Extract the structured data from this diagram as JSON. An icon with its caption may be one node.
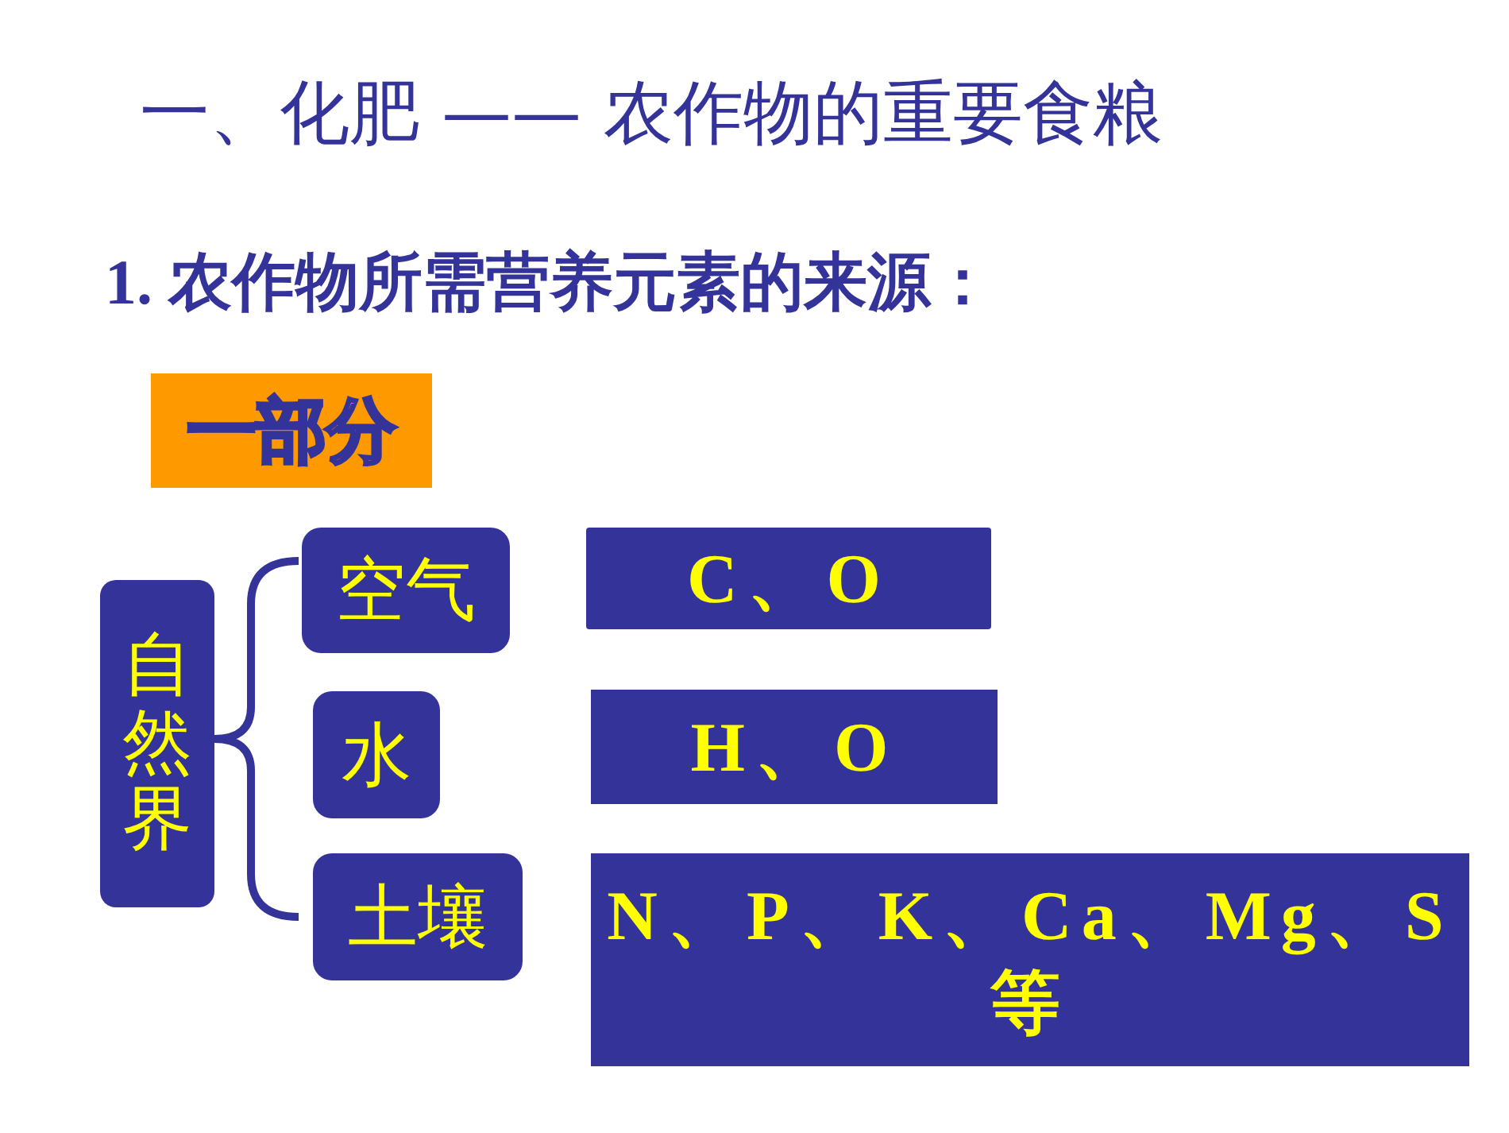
{
  "diagram": {
    "title": "一、化肥 —— 农作物的重要食粮",
    "nodes": [
      {
        "text": [
          "一部分"
        ]
      },
      {
        "text": [
          "自然界"
        ]
      },
      {
        "text": [
          "空气"
        ]
      },
      {
        "text": [
          "水"
        ]
      },
      {
        "text": [
          "土壤"
        ]
      },
      {
        "text": [
          "C、O"
        ]
      },
      {
        "text": [
          "H、O"
        ]
      },
      {
        "text": [
          "N、P、K、Ca、Mg、S等"
        ]
      }
    ],
    "edges": [],
    "labels": [
      "1. 农作物所需营养元素的来源："
    ]
  }
}
